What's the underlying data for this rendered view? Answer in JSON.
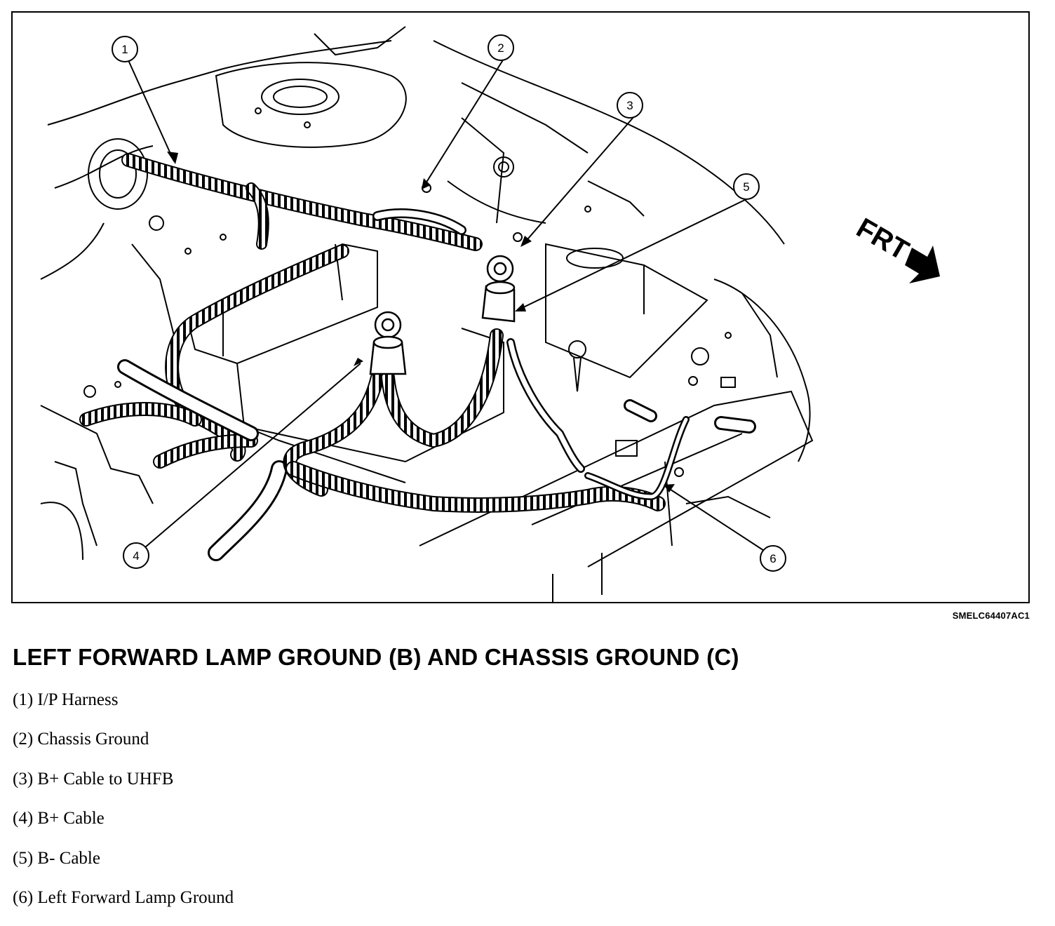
{
  "figure": {
    "code": "SMELC64407AC1",
    "direction_label": "FRT",
    "callouts": [
      "1",
      "2",
      "3",
      "4",
      "5",
      "6"
    ]
  },
  "caption": {
    "title": "LEFT FORWARD LAMP GROUND (B) AND CHASSIS GROUND (C)"
  },
  "legend": [
    "(1) I/P Harness",
    "(2) Chassis Ground",
    "(3) B+ Cable to UHFB",
    "(4) B+ Cable",
    "(5) B- Cable",
    "(6) Left Forward Lamp Ground"
  ],
  "colors": {
    "ink": "#000000",
    "paper": "#ffffff"
  }
}
